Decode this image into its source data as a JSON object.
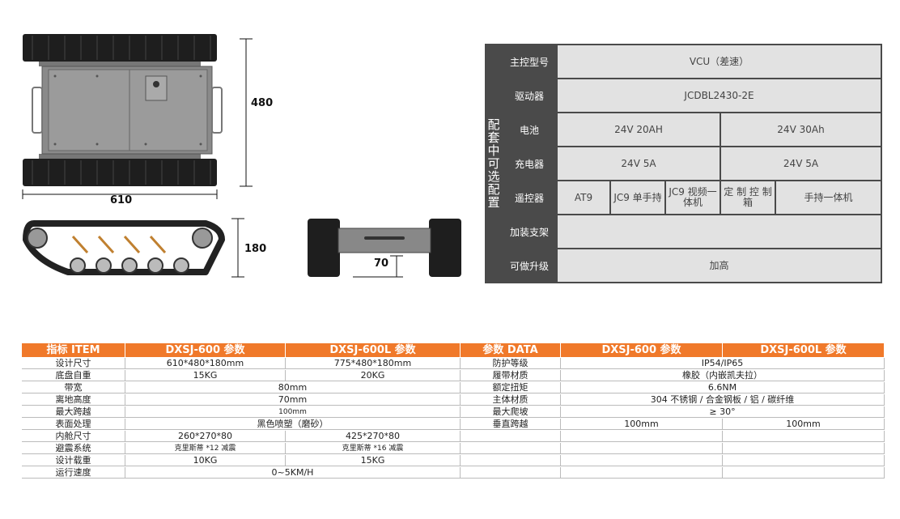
{
  "dimensions": {
    "height_top": "480",
    "width_top": "610",
    "height_side": "180",
    "clearance": "70"
  },
  "config": {
    "vertical_label": "配套中可选配置",
    "rows": [
      {
        "label": "主控型号",
        "cells": [
          "VCU（差速）"
        ]
      },
      {
        "label": "驱动器",
        "cells": [
          "JCDBL2430-2E"
        ]
      },
      {
        "label": "电池",
        "cells": [
          "24V 20AH",
          "24V 30Ah"
        ]
      },
      {
        "label": "充电器",
        "cells": [
          "24V  5A",
          "24V  5A"
        ]
      },
      {
        "label": "遥控器",
        "cells": [
          "AT9",
          "JC9 单手持",
          "JC9 视频一体机",
          "定 制 控 制 箱",
          "手持一体机"
        ]
      },
      {
        "label": "加装支架",
        "cells": [
          ""
        ]
      },
      {
        "label": "可做升级",
        "cells": [
          "加高"
        ]
      }
    ]
  },
  "specs": {
    "headers": [
      "指标  ITEM",
      "DXSJ-600 参数",
      "DXSJ-600L 参数",
      "参数  DATA",
      "DXSJ-600 参数",
      "DXSJ-600L 参数"
    ],
    "left": [
      {
        "item": "设计尺寸",
        "a": "610*480*180mm",
        "b": "775*480*180mm"
      },
      {
        "item": "底盘自重",
        "a": "15KG",
        "b": "20KG"
      },
      {
        "item": "带宽",
        "merged": "80mm"
      },
      {
        "item": "离地高度",
        "merged": "70mm"
      },
      {
        "item": "最大跨越",
        "merged": "100mm"
      },
      {
        "item": "表面处理",
        "merged": "黑色喷塑（磨砂）"
      },
      {
        "item": "内舱尺寸",
        "a": "260*270*80",
        "b": "425*270*80"
      },
      {
        "item": "避震系统",
        "a": "克里斯蒂 *12 减震",
        "b": "克里斯蒂 *16 减震"
      },
      {
        "item": "设计载重",
        "a": "10KG",
        "b": "15KG"
      },
      {
        "item": "运行速度",
        "merged": "0~5KM/H"
      }
    ],
    "right": [
      {
        "item": "防护等级",
        "merged": "IP54/IP65"
      },
      {
        "item": "履带材质",
        "merged": "橡胶（内嵌凯夫拉）"
      },
      {
        "item": "额定扭矩",
        "merged": "6.6NM"
      },
      {
        "item": "主体材质",
        "merged": "304 不锈钢 / 合金钢板 / 铝 / 碳纤维"
      },
      {
        "item": "最大爬坡",
        "merged": "≥ 30°"
      },
      {
        "item": "垂直跨越",
        "a": "100mm",
        "b": "100mm"
      },
      {
        "item": ""
      },
      {
        "item": ""
      },
      {
        "item": ""
      },
      {
        "item": ""
      }
    ]
  }
}
